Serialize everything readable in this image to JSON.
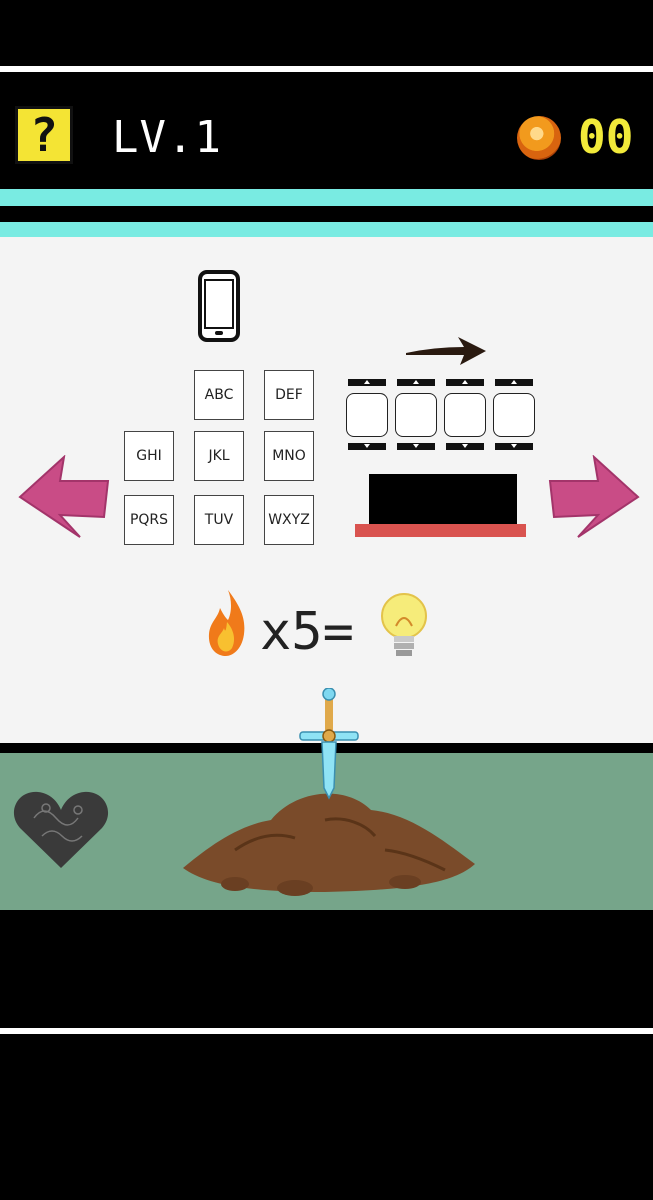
{
  "header": {
    "hint_label": "?",
    "level_text": "LV.1",
    "coin_count": "00"
  },
  "puzzle": {
    "keypad_keys": [
      "ABC",
      "DEF",
      "GHI",
      "JKL",
      "MNO",
      "PQRS",
      "TUV",
      "WXYZ"
    ],
    "code_slots": [
      "",
      "",
      "",
      ""
    ],
    "equation_text": "x5="
  },
  "icons": {
    "hint": "question-block-icon",
    "coin": "coin-icon",
    "phone": "phone-icon",
    "arrow": "right-arrow-icon",
    "fire": "fire-icon",
    "bulb": "lightbulb-icon",
    "heart": "heart-icon",
    "sword": "sword-icon"
  },
  "colors": {
    "accent_cyan": "#79ebe2",
    "hint_yellow": "#f4e434",
    "coin_text": "#f2ea3a",
    "nav_pink": "#c94c86",
    "ground_green": "#76a58a",
    "stand_red": "#d9534f"
  }
}
